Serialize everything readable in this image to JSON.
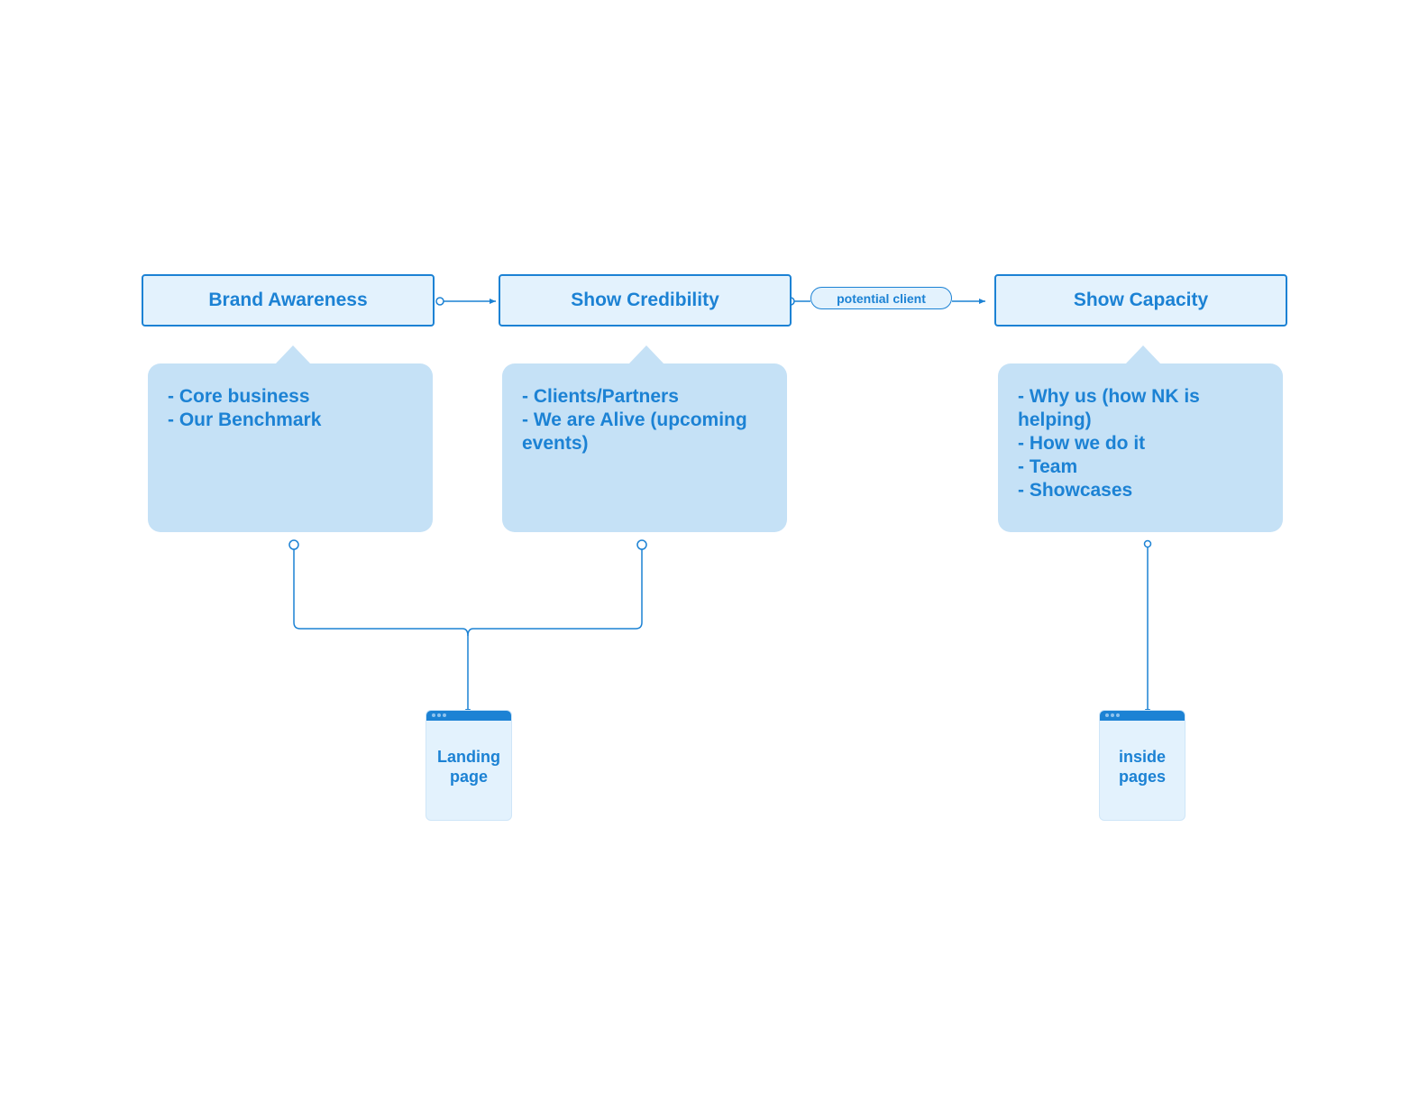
{
  "stages": {
    "brand_awareness": "Brand Awareness",
    "show_credibility": "Show Credibility",
    "show_capacity": "Show Capacity"
  },
  "edge_label": "potential client",
  "callouts": {
    "brand_awareness": {
      "lines": [
        "- Core business",
        "- Our Benchmark"
      ]
    },
    "show_credibility": {
      "lines": [
        "- Clients/Partners",
        "- We are Alive (upcoming",
        "events)"
      ]
    },
    "show_capacity": {
      "lines": [
        "- Why us (how NK is",
        "helping)",
        "- How we do it",
        "- Team",
        "- Showcases"
      ]
    }
  },
  "pages": {
    "landing": {
      "lines": [
        "Landing",
        "page"
      ]
    },
    "inside": {
      "lines": [
        "inside",
        "pages"
      ]
    }
  },
  "colors": {
    "accent": "#1c82d4",
    "node_fill": "#e3f2fd",
    "callout_fill": "#c5e1f6"
  }
}
